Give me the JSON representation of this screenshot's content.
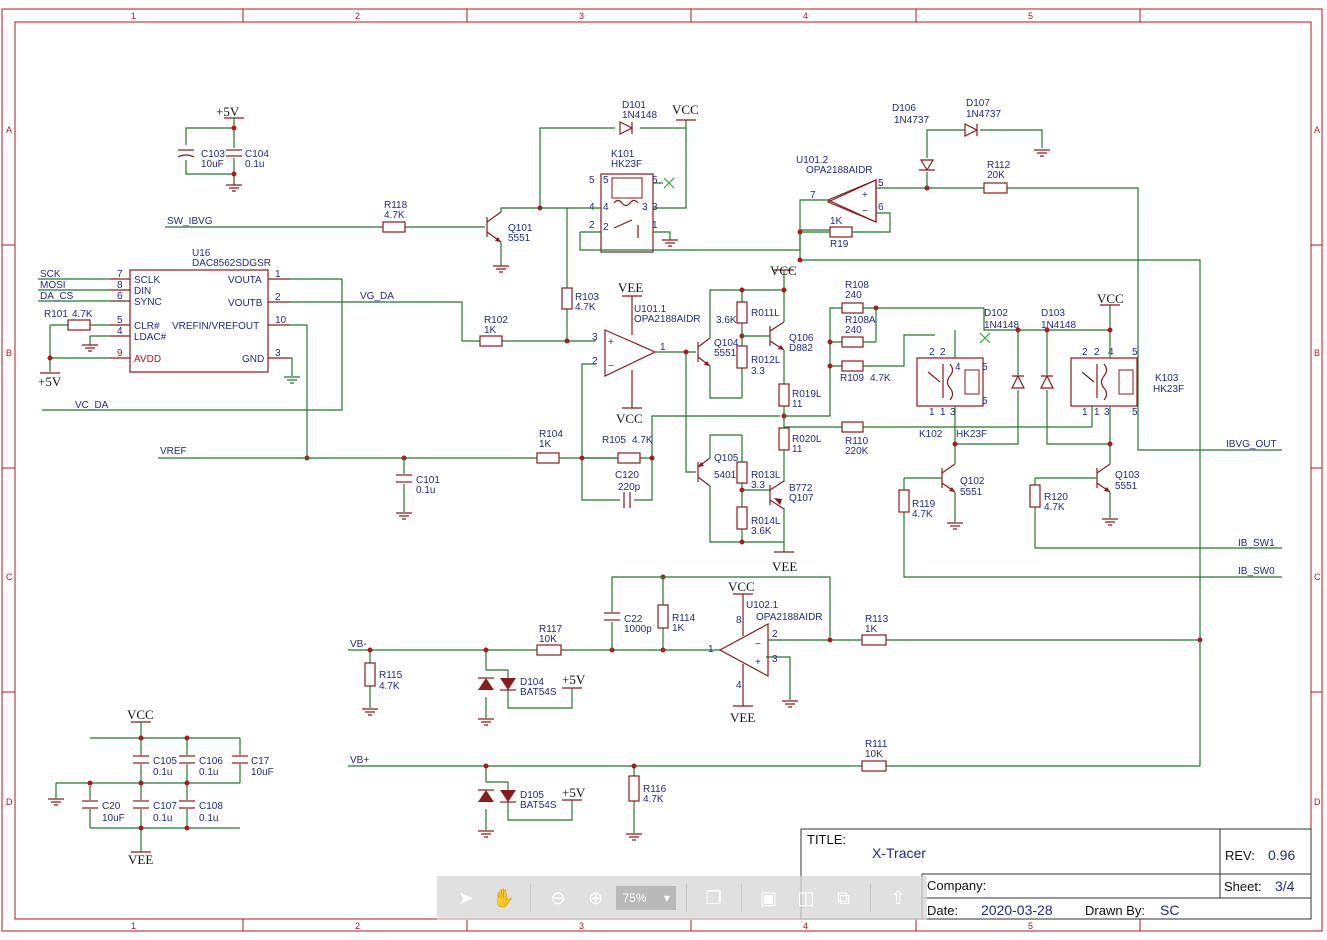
{
  "frame": {
    "columns": [
      "1",
      "2",
      "3",
      "4",
      "5"
    ],
    "rows": [
      "A",
      "B",
      "C",
      "D"
    ]
  },
  "supplies": {
    "p5v": "+5V",
    "vcc": "VCC",
    "vee": "VEE"
  },
  "nets": {
    "sck": "SCK",
    "mosi": "MOSI",
    "da_cs": "DA_CS",
    "sw_ibvg": "SW_IBVG",
    "vg_da": "VG_DA",
    "vc_da": "VC_DA",
    "vref": "VREF",
    "ibvg_out": "IBVG_OUT",
    "ib_sw1": "IB_SW1",
    "ib_sw0": "IB_SW0",
    "vb_minus": "VB-",
    "vb_plus": "VB+"
  },
  "dac": {
    "ref": "U16",
    "part": "DAC8562SDGSR",
    "pins_left": [
      {
        "num": "7",
        "name": "SCLK"
      },
      {
        "num": "8",
        "name": "DIN"
      },
      {
        "num": "6",
        "name": "SYNC"
      },
      {
        "num": "5",
        "name": "CLR#"
      },
      {
        "num": "4",
        "name": "LDAC#"
      },
      {
        "num": "9",
        "name": "AVDD"
      }
    ],
    "pins_right": [
      {
        "num": "1",
        "name": "VOUTA"
      },
      {
        "num": "2",
        "name": "VOUTB"
      },
      {
        "num": "10",
        "name": "VREFIN/VREFOUT"
      },
      {
        "num": "3",
        "name": "GND"
      }
    ]
  },
  "components": {
    "c103": {
      "ref": "C103",
      "val": "10uF"
    },
    "c104": {
      "ref": "C104",
      "val": "0.1u"
    },
    "r101": {
      "ref": "R101",
      "val": "4.7K"
    },
    "r118": {
      "ref": "R118",
      "val": "4.7K"
    },
    "q101": {
      "ref": "Q101",
      "val": "5551"
    },
    "d101": {
      "ref": "D101",
      "val": "1N4148"
    },
    "k101": {
      "ref": "K101",
      "val": "HK23F"
    },
    "r103": {
      "ref": "R103",
      "val": "4.7K"
    },
    "r102": {
      "ref": "R102",
      "val": "1K"
    },
    "u101_1": {
      "ref": "U101.1",
      "val": "OPA2188AIDR"
    },
    "r104": {
      "ref": "R104",
      "val": "1K"
    },
    "r105": {
      "ref": "R105",
      "val": "4.7K"
    },
    "c120": {
      "ref": "C120",
      "val": "220p"
    },
    "c101": {
      "ref": "C101",
      "val": "0.1u"
    },
    "q104": {
      "ref": "Q104",
      "val": "5551"
    },
    "q105": {
      "ref": "Q105",
      "val": "5401"
    },
    "r011l": {
      "ref": "R011L",
      "val": "3.6K"
    },
    "r012l": {
      "ref": "R012L",
      "val": "3.3"
    },
    "r013l": {
      "ref": "R013L",
      "val": "3.3"
    },
    "r014l": {
      "ref": "R014L",
      "val": "3.6K"
    },
    "q106": {
      "ref": "Q106",
      "val": "D882"
    },
    "q107": {
      "ref": "Q107",
      "val": "B772"
    },
    "r019l": {
      "ref": "R019L",
      "val": "11"
    },
    "r020l": {
      "ref": "R020L",
      "val": "11"
    },
    "r108": {
      "ref": "R108",
      "val": "240"
    },
    "r108a": {
      "ref": "R108A",
      "val": "240"
    },
    "r109": {
      "ref": "R109",
      "val": "4.7K"
    },
    "r110": {
      "ref": "R110",
      "val": "220K"
    },
    "u101_2": {
      "ref": "U101.2",
      "val": "OPA2188AIDR"
    },
    "r19": {
      "ref": "R19",
      "val": "1K"
    },
    "d106": {
      "ref": "D106",
      "val": "1N4737"
    },
    "d107": {
      "ref": "D107",
      "val": "1N4737"
    },
    "r112": {
      "ref": "R112",
      "val": "20K"
    },
    "d102": {
      "ref": "D102",
      "val": "1N4148"
    },
    "d103": {
      "ref": "D103",
      "val": "1N4148"
    },
    "k102": {
      "ref": "K102",
      "val": "HK23F"
    },
    "k103": {
      "ref": "K103",
      "val": "HK23F"
    },
    "q102": {
      "ref": "Q102",
      "val": "5551"
    },
    "q103": {
      "ref": "Q103",
      "val": "5551"
    },
    "r119": {
      "ref": "R119",
      "val": "4.7K"
    },
    "r120": {
      "ref": "R120",
      "val": "4.7K"
    },
    "c22": {
      "ref": "C22",
      "val": "1000p"
    },
    "r114": {
      "ref": "R114",
      "val": "1K"
    },
    "u102_1": {
      "ref": "U102.1",
      "val": "OPA2188AIDR"
    },
    "r117": {
      "ref": "R117",
      "val": "10K"
    },
    "r113": {
      "ref": "R113",
      "val": "1K"
    },
    "r115": {
      "ref": "R115",
      "val": "4.7K"
    },
    "d104": {
      "ref": "D104",
      "val": "BAT54S"
    },
    "d105": {
      "ref": "D105",
      "val": "BAT54S"
    },
    "r111": {
      "ref": "R111",
      "val": "10K"
    },
    "r116": {
      "ref": "R116",
      "val": "4.7K"
    },
    "c105": {
      "ref": "C105",
      "val": "0.1u"
    },
    "c106": {
      "ref": "C106",
      "val": "0.1u"
    },
    "c17": {
      "ref": "C17",
      "val": "10uF"
    },
    "c20": {
      "ref": "C20",
      "val": "10uF"
    },
    "c107": {
      "ref": "C107",
      "val": "0.1u"
    },
    "c108": {
      "ref": "C108",
      "val": "0.1u"
    }
  },
  "titleblock": {
    "title_label": "TITLE:",
    "title": "X-Tracer",
    "rev_label": "REV:",
    "rev": "0.96",
    "company_label": "Company:",
    "company": "",
    "sheet_label": "Sheet:",
    "sheet": "3/4",
    "date_label": "Date:",
    "date": "2020-03-28",
    "drawn_label": "Drawn By:",
    "drawn": "SC"
  },
  "toolbar": {
    "zoom": "75%",
    "icons": [
      "pointer-icon",
      "hand-icon",
      "zoom-out-icon",
      "zoom-in-icon",
      "copy-icon",
      "fit-icon",
      "export-icon",
      "fullscreen-icon",
      "share-icon"
    ]
  }
}
